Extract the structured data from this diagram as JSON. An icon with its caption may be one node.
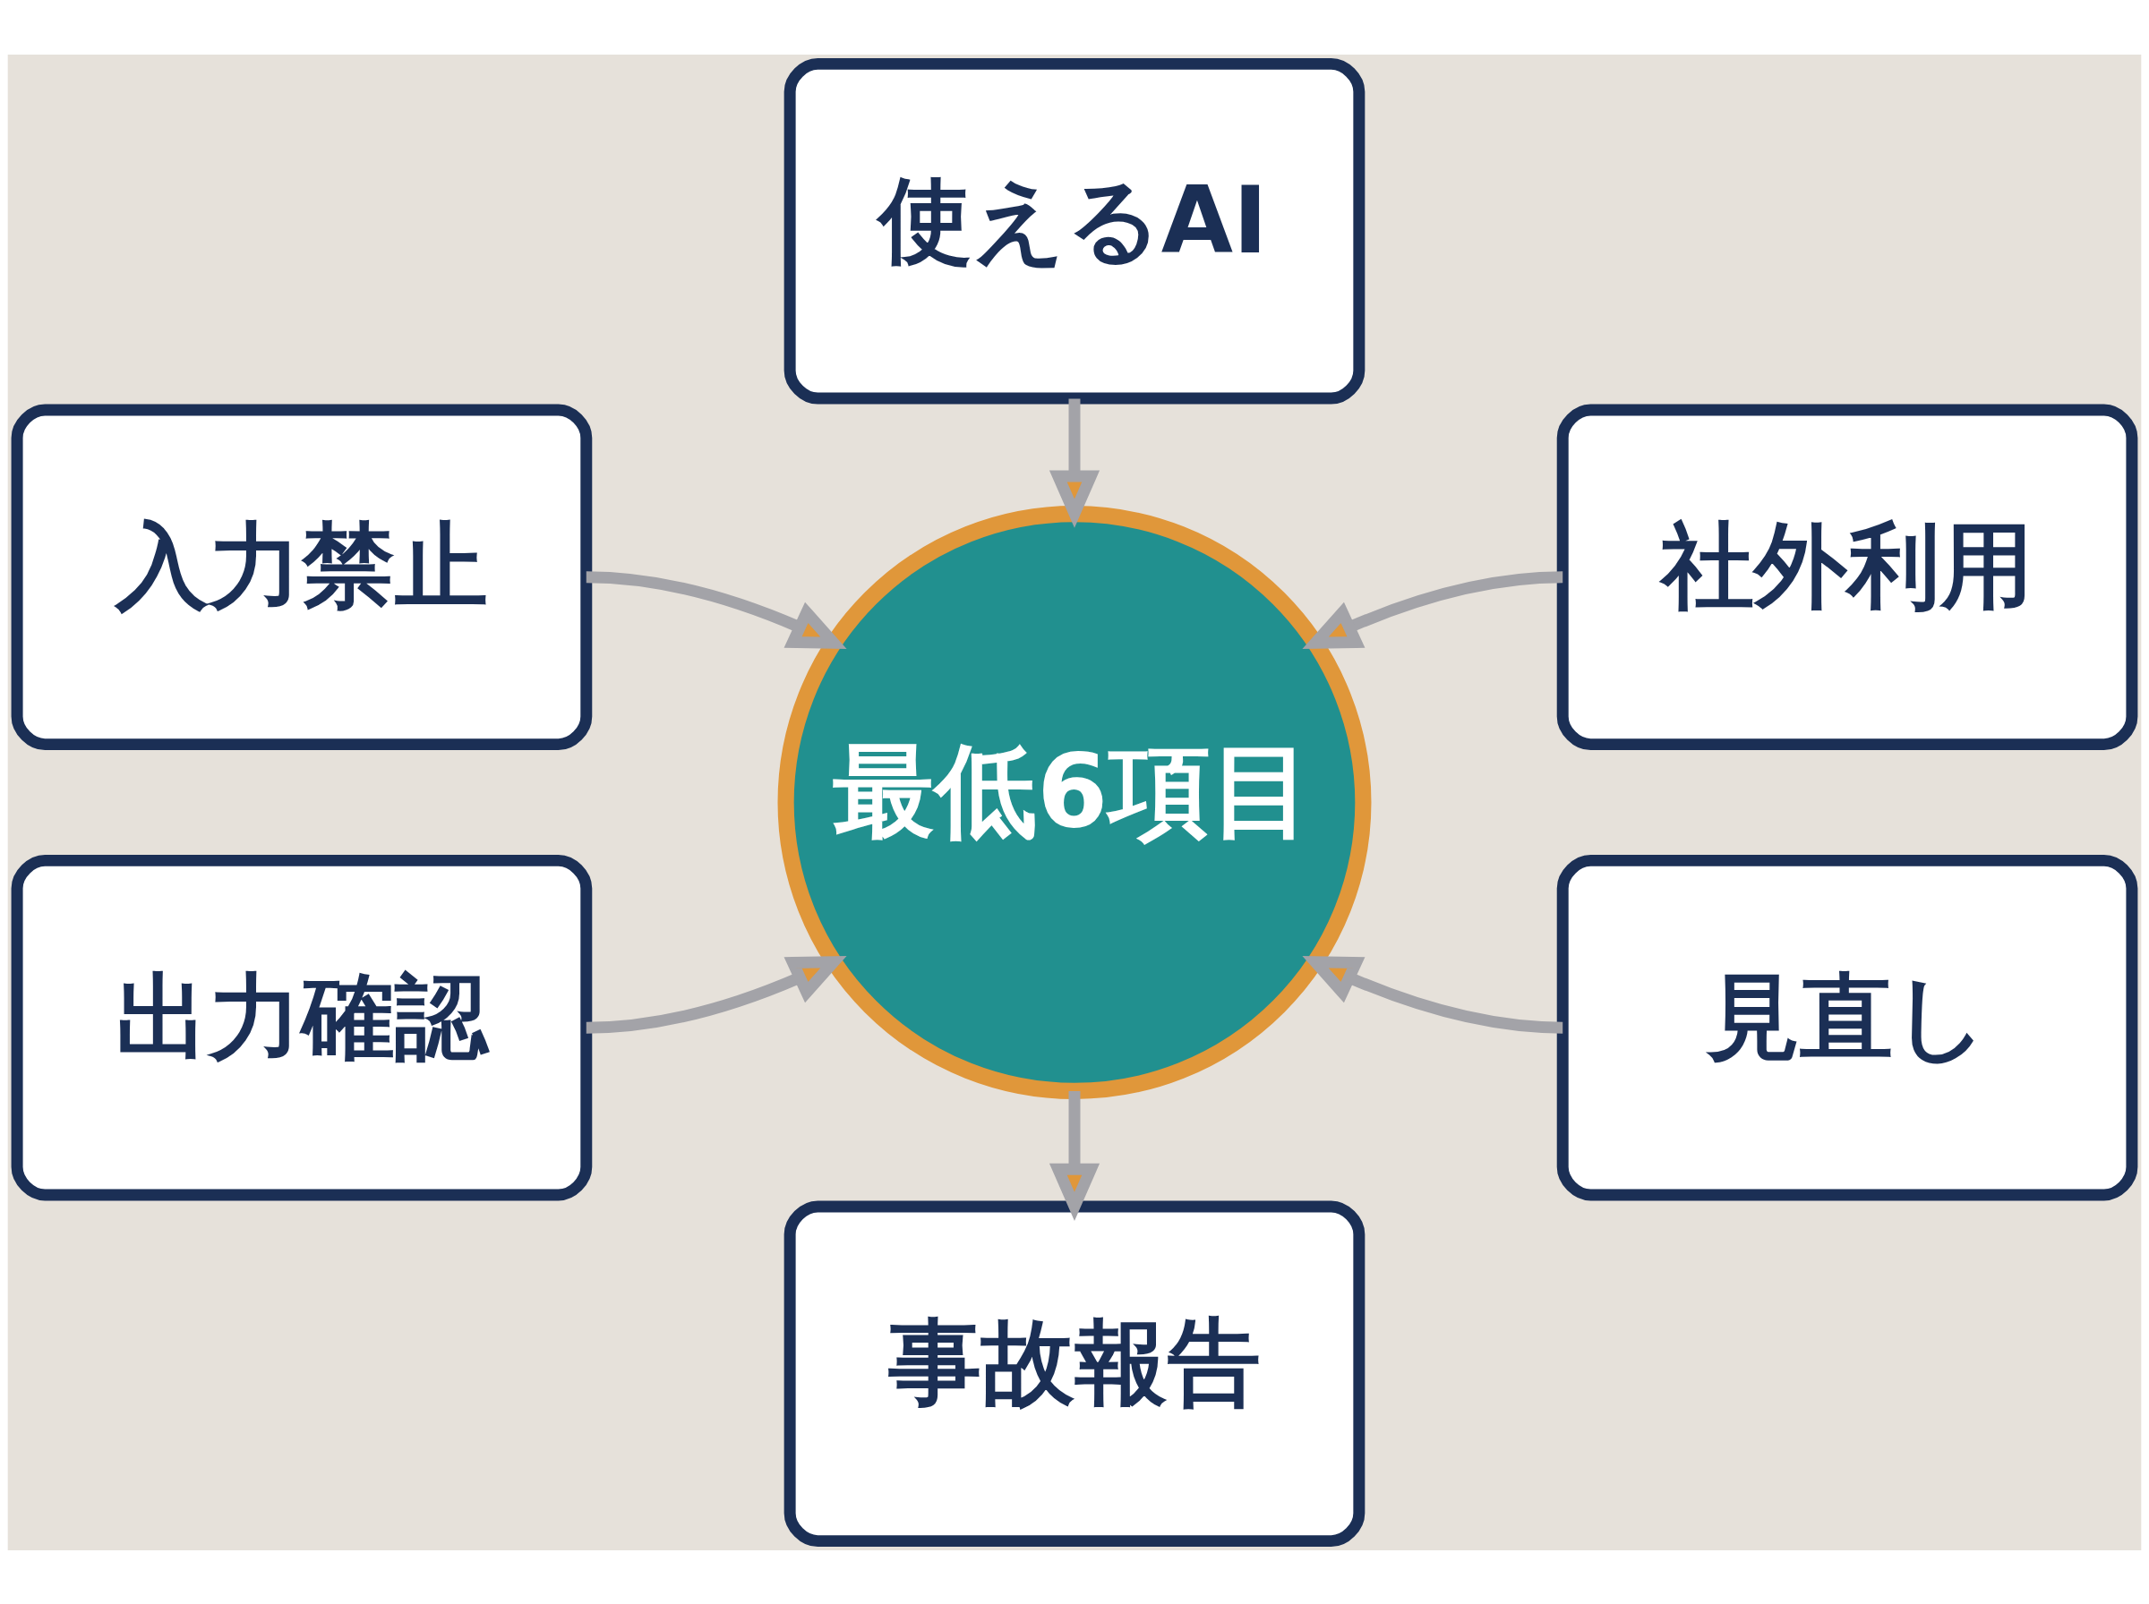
{
  "diagram": {
    "nodes": [
      {
        "text": [
          "使えるAI"
        ]
      },
      {
        "text": [
          "入力禁止"
        ]
      },
      {
        "text": [
          "社外利用"
        ]
      },
      {
        "text": [
          "最低6項目"
        ]
      },
      {
        "text": [
          "出力確認"
        ]
      },
      {
        "text": [
          "見直し"
        ]
      },
      {
        "text": [
          "事故報告"
        ]
      }
    ],
    "edges": [
      {
        "from": 0,
        "to": 3,
        "arrow": "to"
      },
      {
        "from": 1,
        "to": 3,
        "arrow": "to"
      },
      {
        "from": 2,
        "to": 3,
        "arrow": "to"
      },
      {
        "from": 4,
        "to": 3,
        "arrow": "to"
      },
      {
        "from": 5,
        "to": 3,
        "arrow": "to"
      },
      {
        "from": 3,
        "to": 6,
        "arrow": "to"
      }
    ]
  }
}
